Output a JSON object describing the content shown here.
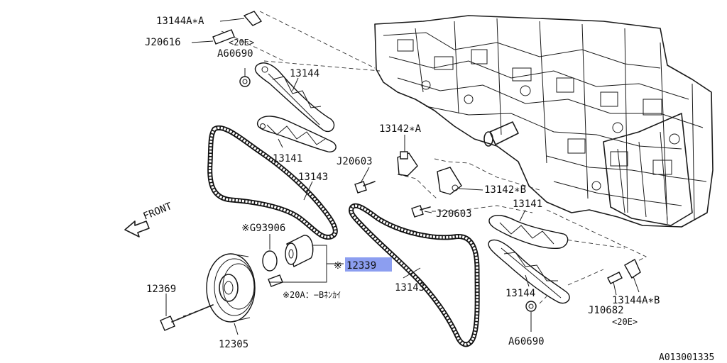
{
  "labels": {
    "p13144A_A": "13144A∗A",
    "pJ20616": "J20616",
    "p20E_top": "<20E>",
    "pA60690_top": "A60690",
    "p13144_top": "13144",
    "p13141_top": "13141",
    "p13142_A": "13142∗A",
    "pJ20603_top": "J20603",
    "p13143_top": "13143",
    "p13142_B": "13142∗B",
    "pJ20603_mid": "J20603",
    "p13141_right": "13141",
    "front": "FRONT",
    "pG93906": "※G93906",
    "p12339_mark": "※",
    "p12339": "12339",
    "p12369": "12369",
    "p13143_bottom": "13143",
    "p13144_bottom": "13144",
    "p13144A_B": "13144A∗B",
    "pJ10682": "J10682",
    "p20E_bottom": "<20E>",
    "note_20A": "※20A：−Bﾈﾝｶｲ",
    "p12305": "12305",
    "pA60690_bottom": "A60690",
    "diagram_ref": "A013001335"
  },
  "colors": {
    "highlight": "#8c9ef0"
  }
}
